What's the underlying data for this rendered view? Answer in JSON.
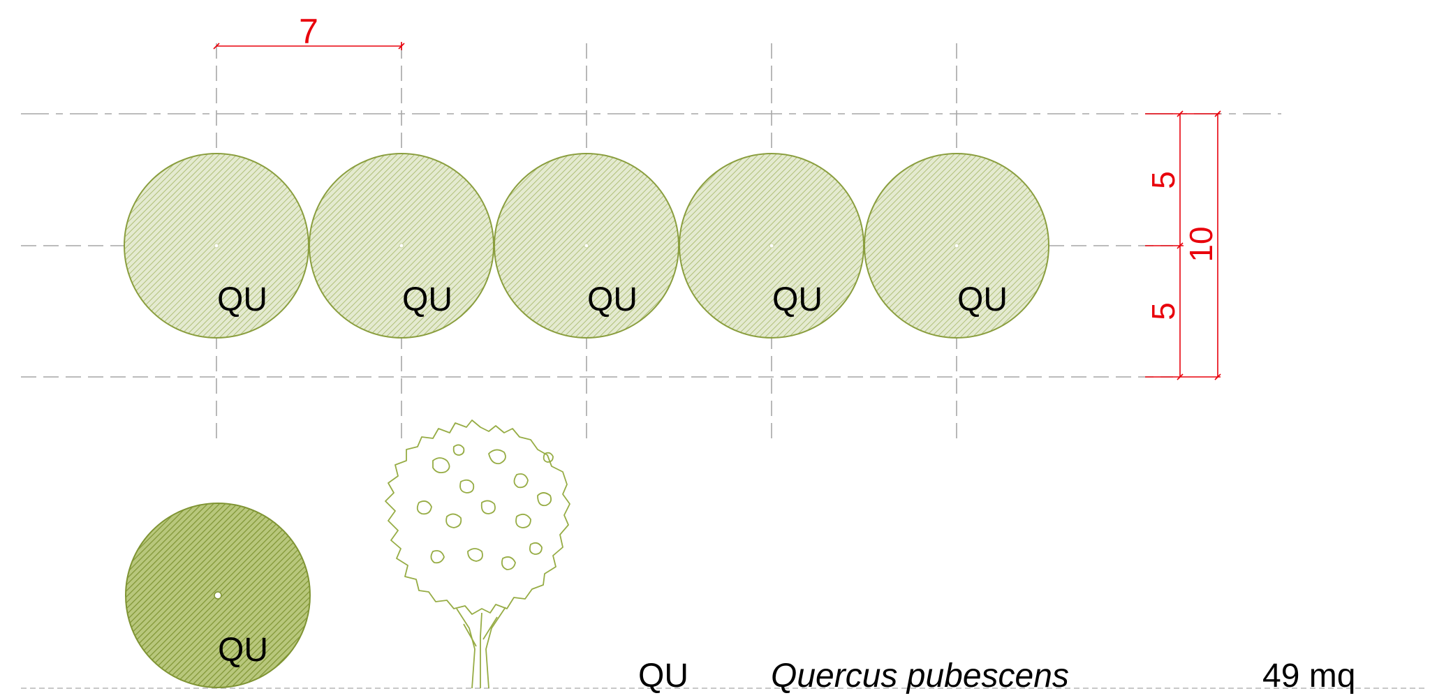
{
  "plan": {
    "tree_code": "QU",
    "tree_count": 5,
    "spacing_label": "7",
    "half_width_top_label": "5",
    "half_width_bottom_label": "5",
    "total_width_label": "10"
  },
  "legend": {
    "code": "QU",
    "species": "Quercus pubescens",
    "area": "49 mq"
  },
  "colors": {
    "canopy_fill": "#dfe6c4",
    "canopy_hatch": "#9aae52",
    "canopy_outline": "#8a9e3e",
    "legend_canopy_fill": "#a8bb64",
    "dimension": "#e8000b",
    "guide_line": "#9e9e9e"
  }
}
